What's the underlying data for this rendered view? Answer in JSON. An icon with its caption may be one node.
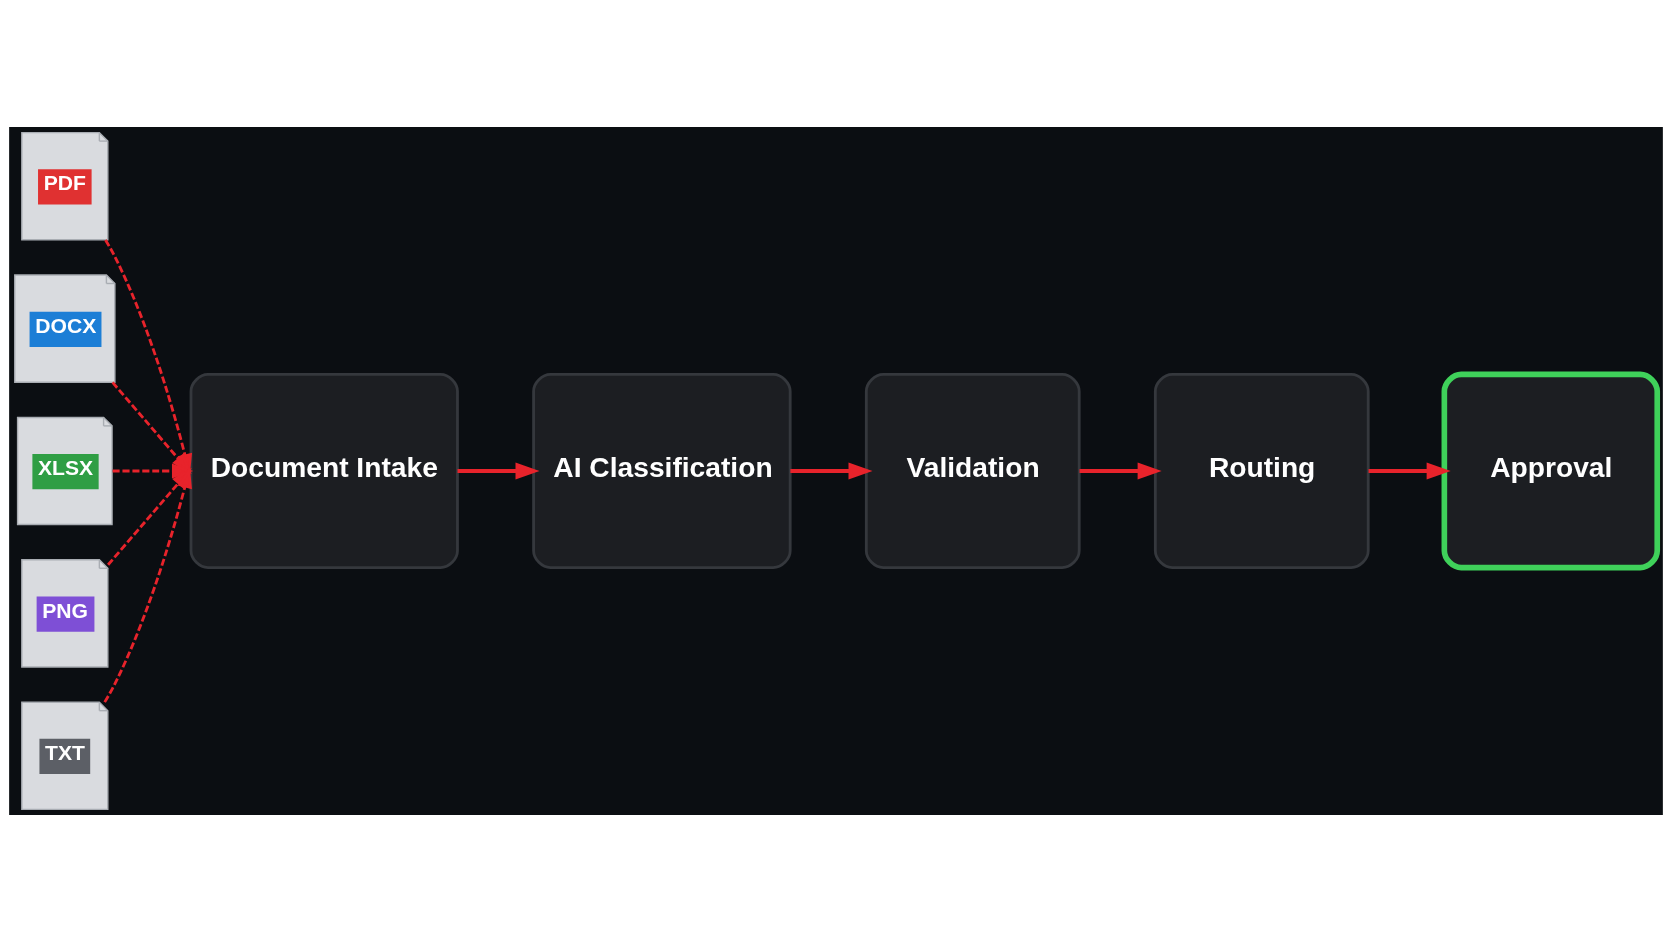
{
  "diagram": {
    "nodes": [
      {
        "text": [
          "PDF"
        ]
      },
      {
        "text": [
          "DOCX"
        ]
      },
      {
        "text": [
          "XLSX"
        ]
      },
      {
        "text": [
          "PNG"
        ]
      },
      {
        "text": [
          "TXT"
        ]
      },
      {
        "text": [
          "Document Intake"
        ]
      },
      {
        "text": [
          "AI Classification"
        ]
      },
      {
        "text": [
          "Validation"
        ]
      },
      {
        "text": [
          "Routing"
        ]
      },
      {
        "text": [
          "Approval"
        ]
      }
    ],
    "edges": [
      {
        "from": 0,
        "to": 5,
        "arrow": "to",
        "style": "dashed"
      },
      {
        "from": 1,
        "to": 5,
        "arrow": "to",
        "style": "dashed"
      },
      {
        "from": 2,
        "to": 5,
        "arrow": "to",
        "style": "dashed"
      },
      {
        "from": 3,
        "to": 5,
        "arrow": "to",
        "style": "dashed"
      },
      {
        "from": 4,
        "to": 5,
        "arrow": "to",
        "style": "dashed"
      },
      {
        "from": 5,
        "to": 6,
        "arrow": "to"
      },
      {
        "from": 6,
        "to": 7,
        "arrow": "to"
      },
      {
        "from": 7,
        "to": 8,
        "arrow": "to"
      },
      {
        "from": 8,
        "to": 9,
        "arrow": "to"
      }
    ]
  }
}
